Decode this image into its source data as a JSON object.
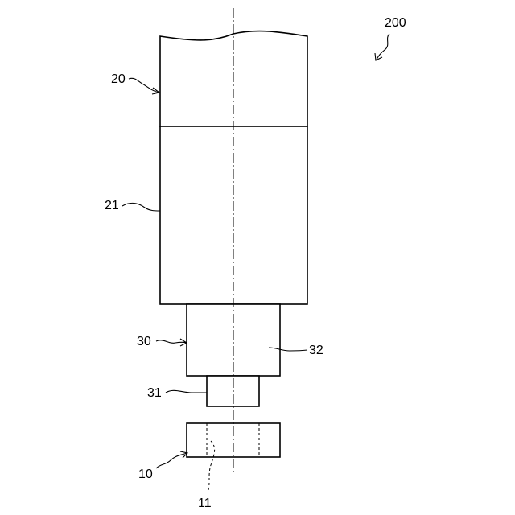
{
  "figure": {
    "labels": {
      "assembly": "200",
      "upper_body": "20",
      "body_section": "21",
      "holder": "30",
      "tip": "31",
      "holder_body": "32",
      "workpiece": "10",
      "hole": "11"
    }
  }
}
